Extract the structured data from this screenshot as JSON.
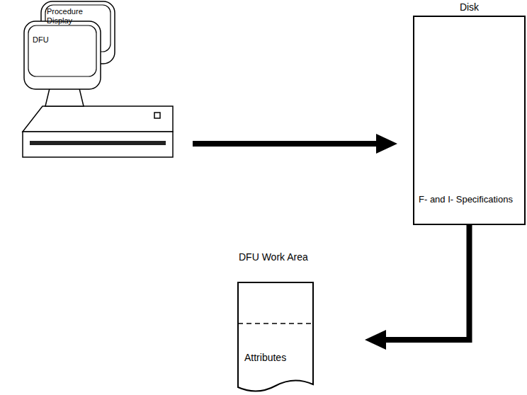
{
  "diagram": {
    "nodes": [
      {
        "text": [
          "Procedure Display"
        ]
      },
      {
        "text": [
          "DFU"
        ]
      },
      {
        "text": [
          "Disk"
        ]
      },
      {
        "text": [
          "F- and I- Specifications"
        ],
        "in": 2
      },
      {
        "text": [
          "DFU Work Area"
        ]
      },
      {
        "text": [
          "Attributes"
        ],
        "in": 4
      }
    ],
    "edges": [
      {
        "from": 1,
        "to": 2,
        "arrow": "to"
      },
      {
        "from": 3,
        "to": 4,
        "arrow": "to"
      }
    ]
  }
}
